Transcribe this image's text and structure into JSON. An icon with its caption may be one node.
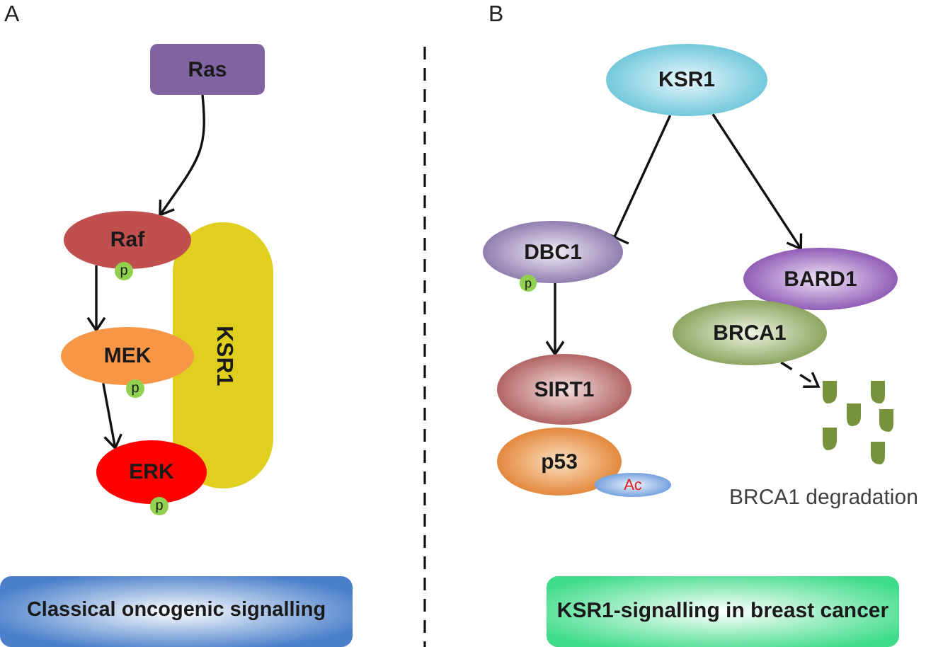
{
  "diagram": {
    "nodes": [
      {
        "text": [
          "Ras"
        ]
      },
      {
        "text": [
          "KSR1"
        ]
      },
      {
        "text": [
          "Raf"
        ]
      },
      {
        "text": [
          "p"
        ]
      },
      {
        "text": [
          "MEK"
        ]
      },
      {
        "text": [
          "p"
        ]
      },
      {
        "text": [
          "ERK"
        ]
      },
      {
        "text": [
          "p"
        ]
      },
      {
        "text": [
          "Classical oncogenic signalling"
        ]
      },
      {
        "text": [
          "KSR1"
        ]
      },
      {
        "text": [
          "DBC1"
        ]
      },
      {
        "text": [
          "p"
        ]
      },
      {
        "text": [
          "SIRT1"
        ]
      },
      {
        "text": [
          "p53"
        ]
      },
      {
        "text": [
          "Ac"
        ]
      },
      {
        "text": [
          "BARD1"
        ]
      },
      {
        "text": [
          "BRCA1"
        ]
      },
      {
        "text": [],
        "shape": "fragments",
        "beside": [
          "BRCA1 degradation"
        ]
      },
      {
        "text": [
          "KSR1-signalling in breast cancer"
        ]
      }
    ],
    "edges": [
      {
        "from": 0,
        "to": 2,
        "arrow": "to"
      },
      {
        "from": 2,
        "to": 4,
        "arrow": "to"
      },
      {
        "from": 4,
        "to": 6,
        "arrow": "to"
      },
      {
        "from": 9,
        "to": 10,
        "arrow": "other"
      },
      {
        "from": 9,
        "to": 15,
        "arrow": "to"
      },
      {
        "from": 10,
        "to": 12,
        "arrow": "to"
      },
      {
        "from": 16,
        "to": 17,
        "arrow": "to",
        "style": "dashed"
      }
    ],
    "labels": [
      "A",
      "B"
    ]
  }
}
